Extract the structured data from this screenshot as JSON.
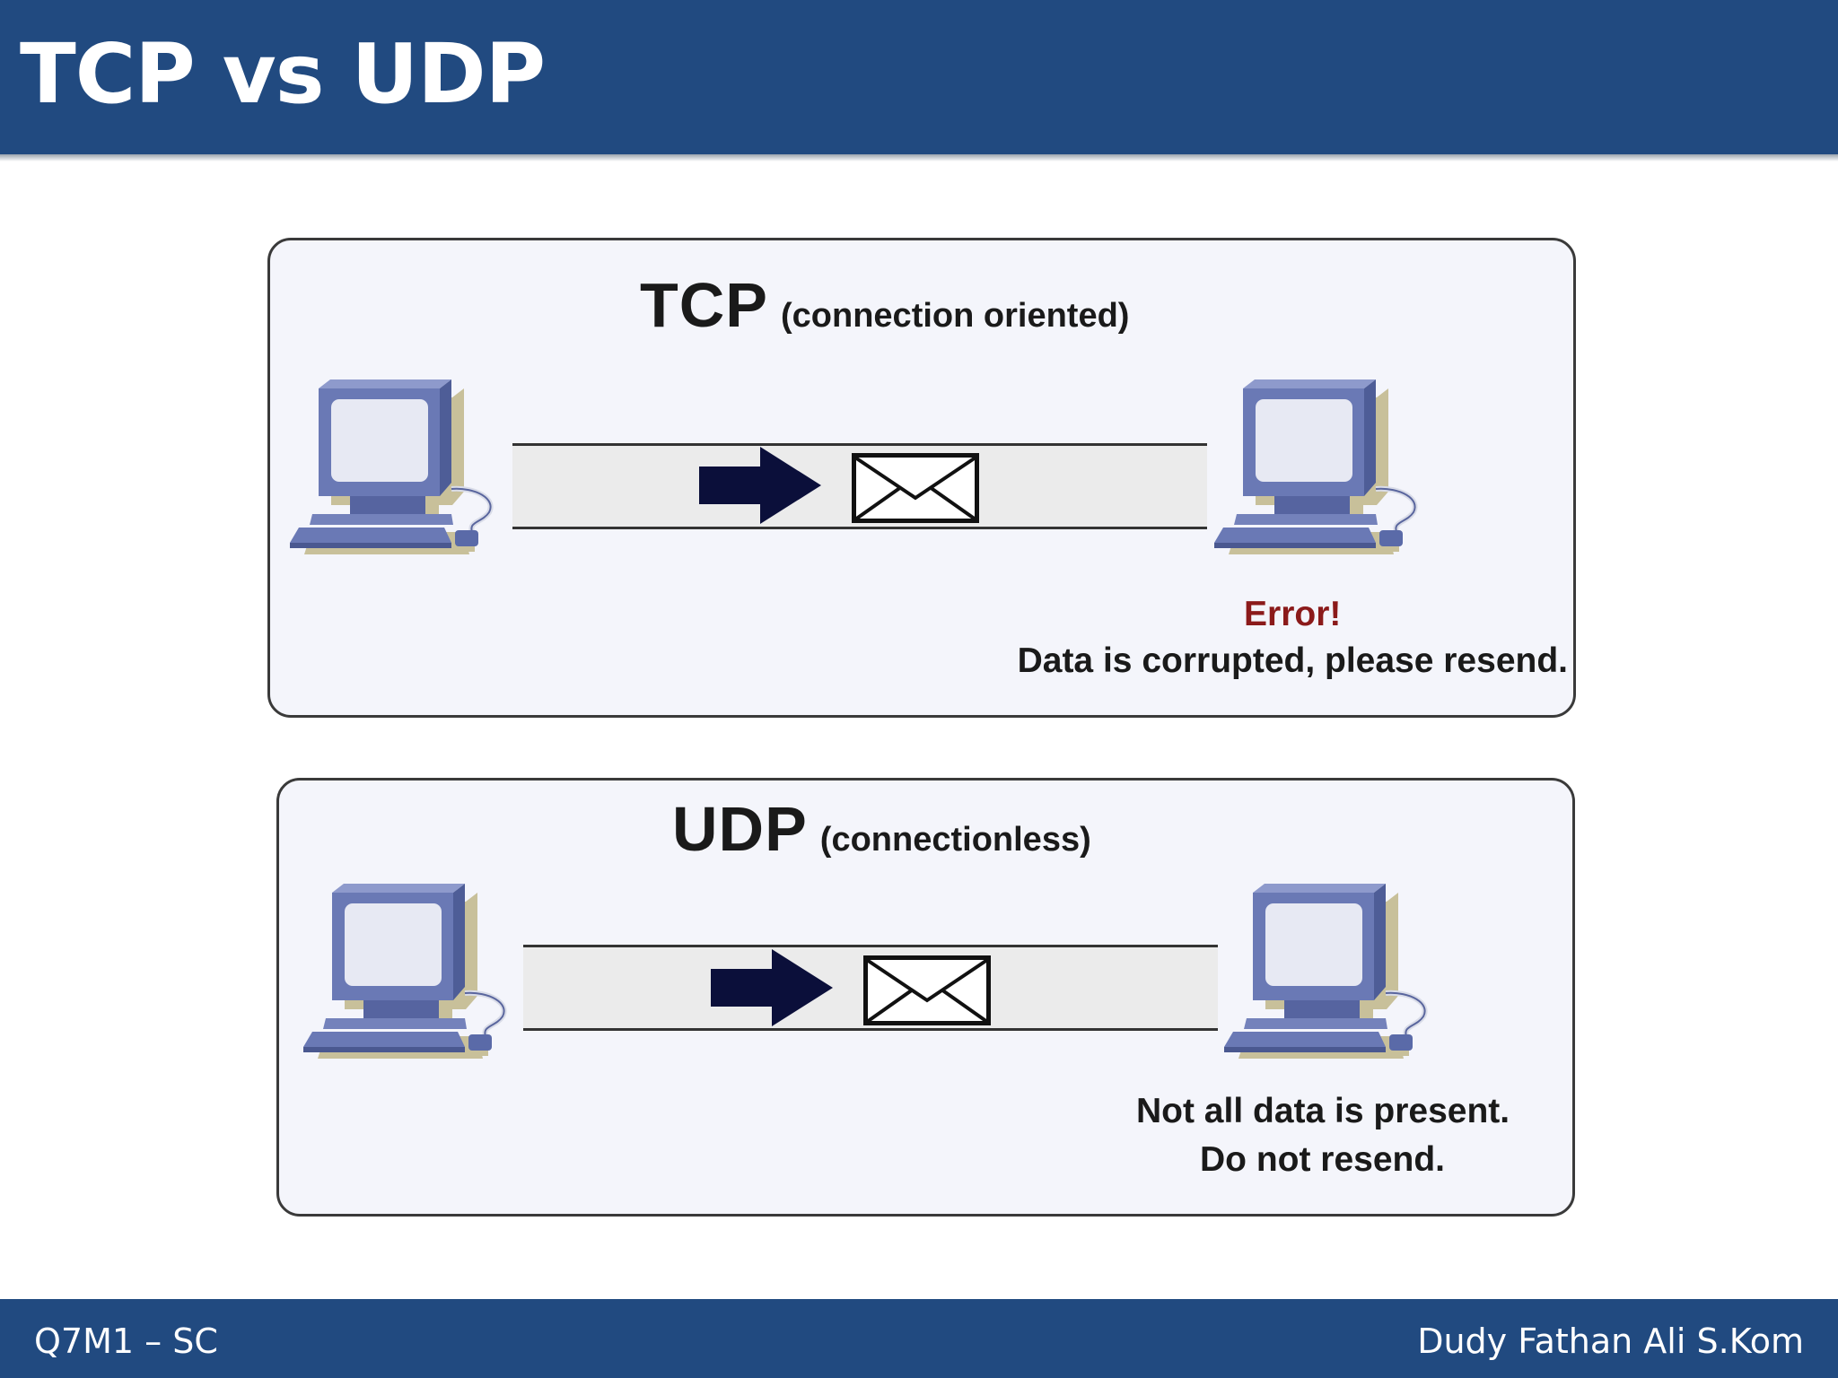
{
  "slide": {
    "title": "TCP vs UDP"
  },
  "tcp": {
    "name": "TCP",
    "description": "(connection oriented)",
    "error": "Error!",
    "message": "Data is corrupted, please resend."
  },
  "udp": {
    "name": "UDP",
    "description": "(connectionless)",
    "message_line1": "Not all data is present.",
    "message_line2": "Do not resend."
  },
  "footer": {
    "left": "Q7M1 – SC",
    "right": "Dudy Fathan Ali S.Kom"
  },
  "icons": [
    "computer-icon",
    "arrow-right-icon",
    "envelope-icon"
  ],
  "colors": {
    "header_bar": "#214a80",
    "panel_background": "#f4f5fb",
    "computer_body": "#6a79b5",
    "error_text": "#8b1a1a",
    "arrow": "#0b0f3a"
  }
}
